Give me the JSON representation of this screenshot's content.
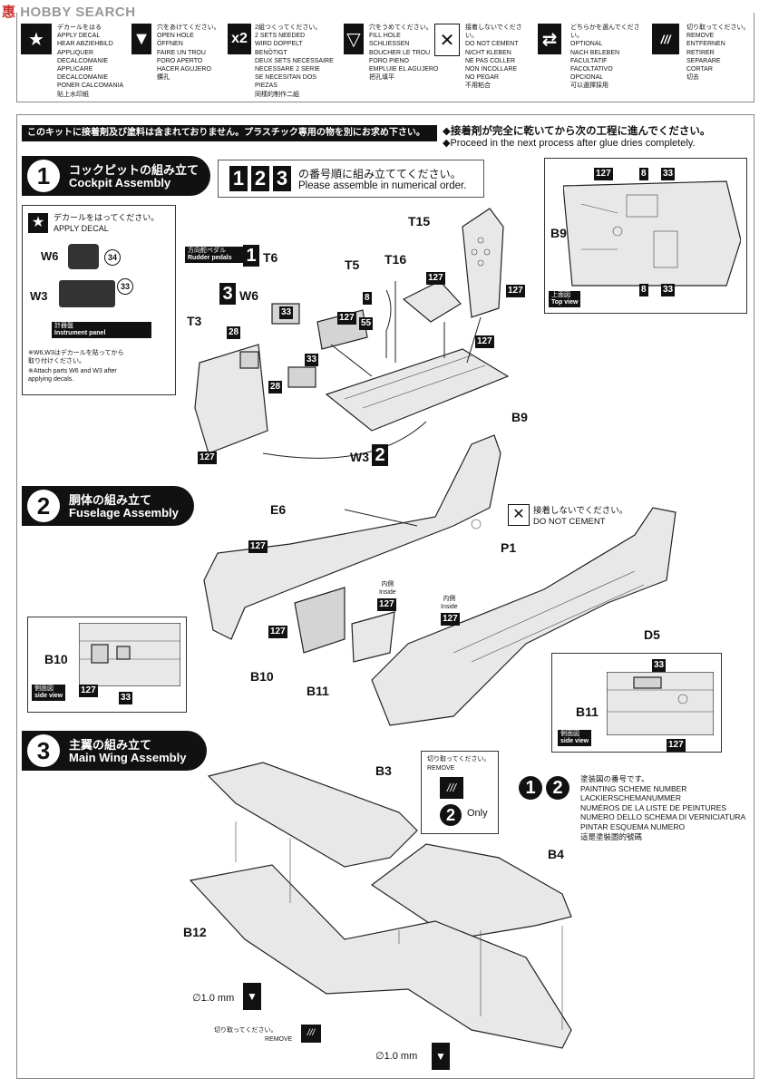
{
  "watermark": {
    "brand": "HOBBY SEARCH",
    "glyph": "惠"
  },
  "legend": [
    {
      "icon": "★",
      "name": "decal",
      "text": "デカールをはる\nAPPLY DECAL\nHEAR ABZIEHBILD\nAPPLIQUER DECALCOMANIE\nAPPLICARE DECALCOMANIE\nPONER CALCOMANIA\n貼上水印紙"
    },
    {
      "icon": "▼",
      "name": "open-hole",
      "text": "穴をあけてください。\nOPEN HOLE\nÖFFNEN\nFAIRE UN TROU\nFORO APERTO\nHACER AGUJERO\n鑽孔"
    },
    {
      "icon": "x2",
      "name": "two-sets",
      "text": "2組つくってください。\n2 SETS NEEDED\nWIRD DOPPELT BENÖTIGT\nDEUX SETS NECESSAIRE\nNECESSARE 2 SERIE\nSE NECESITAN DOS PIEZAS\n同樣的制作二組"
    },
    {
      "icon": "▽",
      "name": "fill-hole",
      "text": "穴をうめてください。\nFILL HOLE\nSCHLIESSEN\nBOUCHER LE TROU\nFORO PIENO\nEMPLUIE EL AGUJERO\n把孔填平"
    },
    {
      "icon": "✕",
      "name": "no-cement",
      "text": "接着しないでください。\nDO NOT CEMENT\nNICHT KLEBEN\nNE PAS COLLER\nNON INCOLLARE\nNO PEGAR\n不用粘合"
    },
    {
      "icon": "⇄",
      "name": "optional",
      "text": "どちらかを選んでください。\nOPTIONAL\nNACH BELEBEN\nFACULTATIF\nFACOLTATIVO\nOPCIONAL\n可以選擇採用"
    },
    {
      "icon": "///",
      "name": "remove",
      "text": "切り取ってください。\nREMOVE\nENTFERNEN\nRETIRER\nSEPARARE\nCORTAR\n切去"
    }
  ],
  "notice": {
    "jp_box": "このキットに接着剤及び塗料は含まれておりません。プラスチック専用の物を別にお求め下さい。",
    "glue_jp": "◆接着剤が完全に乾いてから次の工程に進んでください。",
    "glue_en": "◆Proceed in the next process after glue dries completely."
  },
  "steps": {
    "s1": {
      "num": "1",
      "jp": "コックピットの組み立て",
      "en": "Cockpit Assembly"
    },
    "s2": {
      "num": "2",
      "jp": "胴体の組み立て",
      "en": "Fuselage Assembly"
    },
    "s3": {
      "num": "3",
      "jp": "主翼の組み立て",
      "en": "Main Wing Assembly"
    }
  },
  "order": {
    "nums": [
      "1",
      "2",
      "3"
    ],
    "jp": "の番号順に組み立ててください。",
    "en": "Please assemble in numerical order."
  },
  "decal_panel": {
    "jp": "デカールをはってください。",
    "en": "APPLY DECAL",
    "w6": "W6",
    "w3": "W3",
    "d34": "34",
    "d33": "33",
    "label_jp": "計器盤",
    "label_en": "Instrument panel",
    "note_jp": "※W6,W3はデカールを貼ってから\n取り付けください。",
    "note_en": "※Attach parts W6 and W3 after\napplying decals."
  },
  "rudder": {
    "jp": "方向舵ペダル",
    "en": "Rudder pedals",
    "num": "1"
  },
  "cockpit_parts": {
    "t15": "T15",
    "t16": "T16",
    "t5": "T5",
    "t6": "T6",
    "t3": "T3",
    "w6": "W6",
    "w3": "W3",
    "b9": "B9",
    "n3": "3",
    "n2": "2",
    "c127": "127",
    "c8": "8",
    "c55": "55",
    "c28": "28",
    "c33": "33"
  },
  "top_view": {
    "label_jp": "上面図",
    "label_en": "Top view",
    "b9": "B9",
    "c127": "127",
    "c8": "8",
    "c33": "33"
  },
  "fuselage": {
    "e6": "E6",
    "p1": "P1",
    "d5": "D5",
    "b10": "B10",
    "b11": "B11",
    "c127": "127",
    "c33": "33",
    "inside_jp": "内側",
    "inside_en": "Inside",
    "no_cement_jp": "接着しないでください。",
    "no_cement_en": "DO NOT CEMENT"
  },
  "side_view": {
    "label_jp": "側面図",
    "label_en": "side view"
  },
  "wing": {
    "b3": "B3",
    "b4": "B4",
    "b12": "B12",
    "remove_jp": "切り取ってください。",
    "remove_en": "REMOVE",
    "only": "Only",
    "scheme2": "2",
    "drill": "∅1.0 mm",
    "scheme_nums": [
      "1",
      "2"
    ],
    "scheme_text": "塗装図の番号です。\nPAINTING SCHEME NUMBER\nLACKIERSCHEMANUMMER\nNUMÉROS DE LA LISTE DE PEINTURES\nNUMERO DELLO SCHEMA DI VERNICIATURA\nPINTAR ESQUEMA NUMERO\n這是塗裝圖的號碼"
  }
}
